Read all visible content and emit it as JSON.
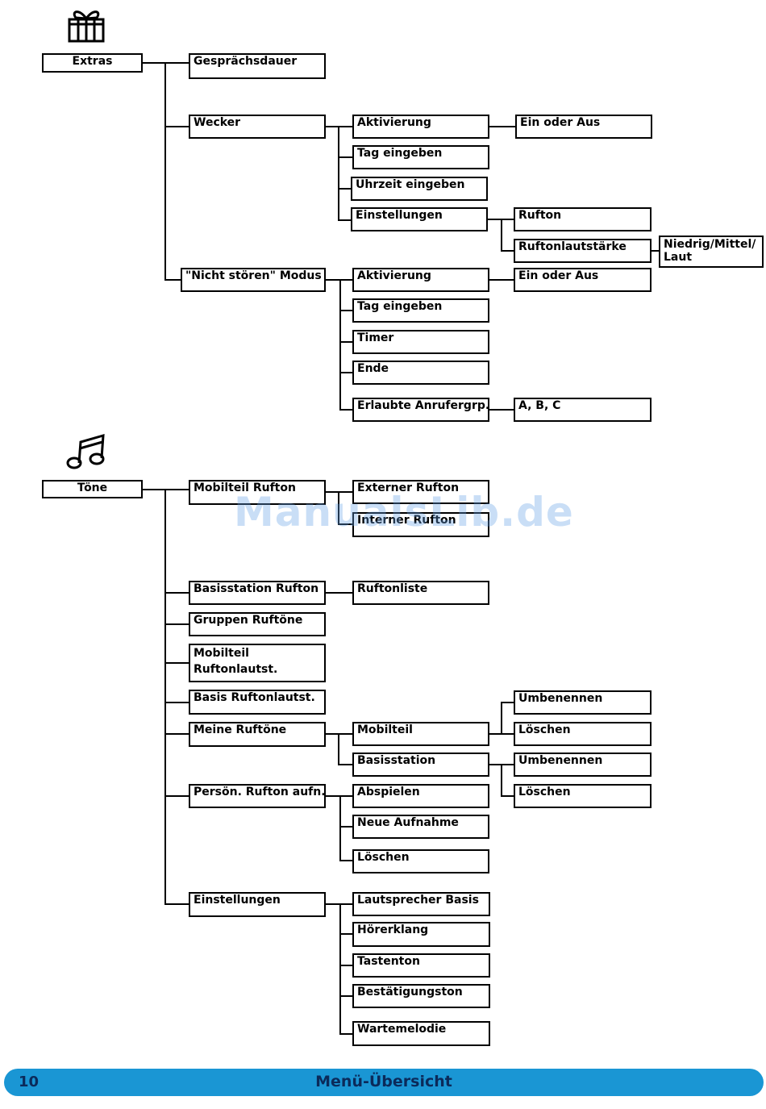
{
  "extras": {
    "root": "Extras",
    "call_duration": "Gesprächsdauer",
    "alarm": "Wecker",
    "alarm_activation": "Aktivierung",
    "alarm_on_off": "Ein oder Aus",
    "alarm_day": "Tag eingeben",
    "alarm_time": "Uhrzeit eingeben",
    "alarm_settings": "Einstellungen",
    "alarm_ringtone": "Rufton",
    "alarm_volume": "Ruftonlautstärke",
    "alarm_volume_levels": "Niedrig/Mittel/ Laut",
    "dnd": "\"Nicht stören\" Modus",
    "dnd_activation": "Aktivierung",
    "dnd_on_off": "Ein oder Aus",
    "dnd_day": "Tag eingeben",
    "dnd_timer": "Timer",
    "dnd_end": "Ende",
    "dnd_allowed": "Erlaubte Anrufergrp.",
    "dnd_groups": "A, B, C"
  },
  "toene": {
    "root": "Töne",
    "handset_ring": "Mobilteil Rufton",
    "external_ring": "Externer Rufton",
    "internal_ring": "Interner Rufton",
    "base_ring": "Basisstation Rufton",
    "ring_list": "Ruftonliste",
    "group_rings": "Gruppen Ruftöne",
    "handset_volume": "Mobilteil Ruftonlautst.",
    "base_volume": "Basis Ruftonlautst.",
    "my_rings": "Meine Ruftöne",
    "my_handset": "Mobilteil",
    "my_handset_rename": "Umbenennen",
    "my_handset_delete": "Löschen",
    "my_base": "Basisstation",
    "my_base_rename": "Umbenennen",
    "my_base_delete": "Löschen",
    "record": "Persön. Rufton aufn.",
    "record_play": "Abspielen",
    "record_new": "Neue Aufnahme",
    "record_delete": "Löschen",
    "settings": "Einstellungen",
    "settings_speaker": "Lautsprecher Basis",
    "settings_earpiece": "Hörerklang",
    "settings_keytone": "Tastenton",
    "settings_confirm": "Bestätigungston",
    "settings_hold": "Wartemelodie"
  },
  "icons": {
    "extras": "gift-icon",
    "toene": "music-note-icon"
  },
  "watermark": "ManualsLib.de",
  "footer": {
    "page_number": "10",
    "title": "Menü-Übersicht",
    "color": "#1a96d4"
  }
}
